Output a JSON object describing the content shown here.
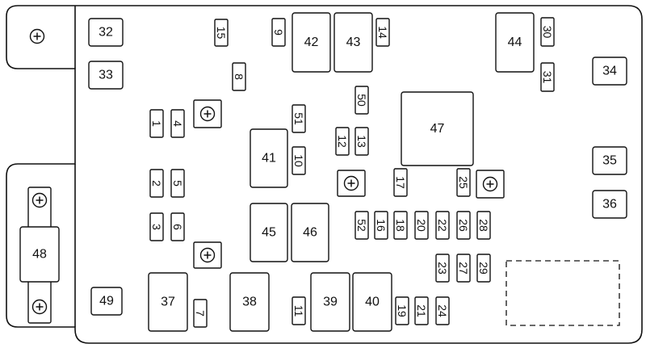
{
  "boxes": [
    {
      "label": "32"
    },
    {
      "label": "33"
    },
    {
      "label": "15"
    },
    {
      "label": "9"
    },
    {
      "label": "42"
    },
    {
      "label": "43"
    },
    {
      "label": "14"
    },
    {
      "label": "44"
    },
    {
      "label": "30"
    },
    {
      "label": "31"
    },
    {
      "label": "34"
    },
    {
      "label": "8"
    },
    {
      "label": "50"
    },
    {
      "label": "51"
    },
    {
      "label": "1"
    },
    {
      "label": "4"
    },
    {
      "label": "47"
    },
    {
      "label": "41"
    },
    {
      "label": "12"
    },
    {
      "label": "13"
    },
    {
      "label": "10"
    },
    {
      "label": "35"
    },
    {
      "label": "2"
    },
    {
      "label": "5"
    },
    {
      "label": "17"
    },
    {
      "label": "25"
    },
    {
      "label": "36"
    },
    {
      "label": "3"
    },
    {
      "label": "6"
    },
    {
      "label": "45"
    },
    {
      "label": "46"
    },
    {
      "label": "52"
    },
    {
      "label": "16"
    },
    {
      "label": "18"
    },
    {
      "label": "20"
    },
    {
      "label": "22"
    },
    {
      "label": "26"
    },
    {
      "label": "28"
    },
    {
      "label": "48"
    },
    {
      "label": "23"
    },
    {
      "label": "27"
    },
    {
      "label": "29"
    },
    {
      "label": "49"
    },
    {
      "label": "37"
    },
    {
      "label": "7"
    },
    {
      "label": "38"
    },
    {
      "label": "11"
    },
    {
      "label": "39"
    },
    {
      "label": "40"
    },
    {
      "label": "19"
    },
    {
      "label": "21"
    },
    {
      "label": "24"
    }
  ],
  "studs": [
    {
      "icon": "plus-circle-icon"
    },
    {
      "icon": "plus-circle-icon"
    },
    {
      "icon": "plus-circle-icon"
    },
    {
      "icon": "plus-circle-icon"
    },
    {
      "icon": "plus-circle-icon"
    },
    {
      "icon": "plus-circle-icon"
    },
    {
      "icon": "plus-circle-icon"
    }
  ],
  "reserved_area": {
    "style": "dashed"
  }
}
